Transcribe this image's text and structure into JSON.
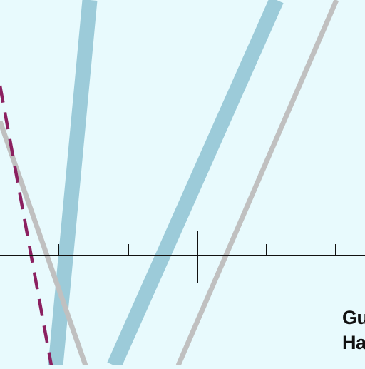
{
  "map": {
    "background_color": "#e8fafd",
    "colors": {
      "highway": "#9ccbd9",
      "minor_road": "#c0c0c0",
      "boundary": "#8b2060",
      "scale_bar": "#111111"
    },
    "features": [
      {
        "kind": "highway",
        "name": ""
      },
      {
        "kind": "highway",
        "name": ""
      },
      {
        "kind": "minor-road",
        "name": ""
      },
      {
        "kind": "minor-road",
        "name": ""
      },
      {
        "kind": "boundary",
        "name": "",
        "style": "dashed"
      }
    ],
    "scale_bar": {
      "ticks": 5
    },
    "place_label": {
      "line1": "Gu",
      "line2": "Ha"
    }
  }
}
